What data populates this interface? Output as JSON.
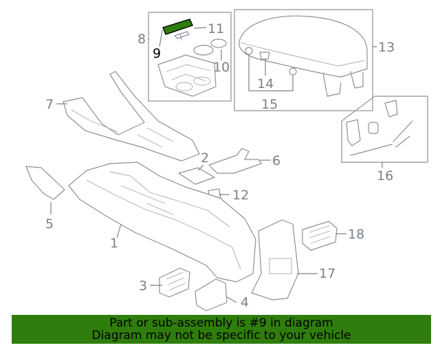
{
  "diagram": {
    "highlight_color": "#2f7d0c",
    "callouts": {
      "c1": "1",
      "c2": "2",
      "c3": "3",
      "c4": "4",
      "c5": "5",
      "c6": "6",
      "c7": "7",
      "c8": "8",
      "c9": "9",
      "c10": "10",
      "c11": "11",
      "c12": "12",
      "c13": "13",
      "c14": "14",
      "c15": "15",
      "c16": "16",
      "c17": "17",
      "c18": "18"
    }
  },
  "banner": {
    "line1": "Part or sub-assembly is #9 in diagram",
    "line2": "Diagram may not be specific to your vehicle",
    "background": "#2f7d0c"
  }
}
